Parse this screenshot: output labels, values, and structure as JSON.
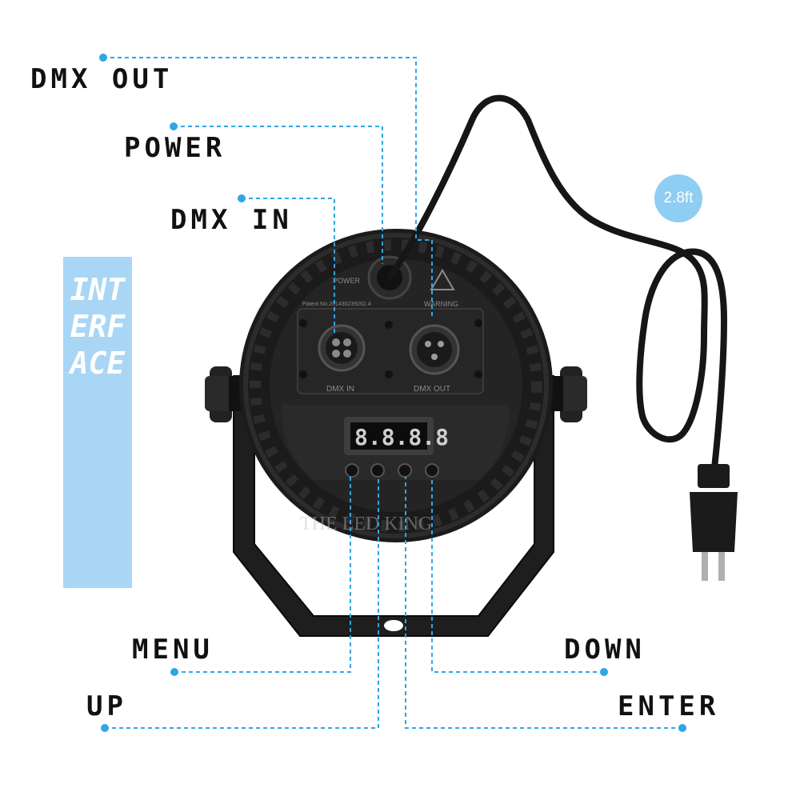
{
  "labels": {
    "dmx_out": "DMX OUT",
    "power": "POWER",
    "dmx_in": "DMX IN",
    "menu": "MENU",
    "up": "UP",
    "down": "DOWN",
    "enter": "ENTER"
  },
  "side_banner": "INTERFACE",
  "cable_length": "2.8ft",
  "device": {
    "power_mark": "POWER",
    "warning_mark": "WARNING",
    "patent_text": "Patent No.201430239262.4",
    "dmx_in_mark": "DMX IN",
    "dmx_out_mark": "DMX OUT",
    "display_value": "8.8.8.8",
    "watermark": "THE LED KING"
  },
  "colors": {
    "leader": "#2ea6e8",
    "banner": "#a9d6f5",
    "badge": "#8fcdf3",
    "housing": "#1b1b1b"
  }
}
